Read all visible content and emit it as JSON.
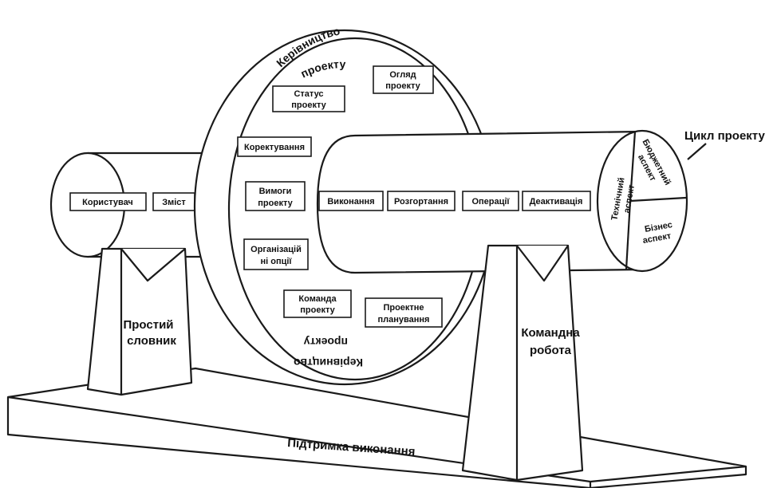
{
  "base": {
    "label": "Підтримка виконання"
  },
  "left_stand": {
    "label_line1": "Простий",
    "label_line2": "словник"
  },
  "right_stand": {
    "label_line1": "Командна",
    "label_line2": "робота"
  },
  "left_cylinder": {
    "boxes": [
      "Користувач",
      "Зміст"
    ]
  },
  "disc": {
    "top_arc_label_line1": "Керівництво",
    "top_arc_label_line2": "проекту",
    "bottom_arc_label_line1": "Керівництво",
    "bottom_arc_label_line2": "проекту",
    "status_box": {
      "line1": "Статус",
      "line2": "проекту"
    },
    "review_box": {
      "line1": "Огляд",
      "line2": "проекту"
    },
    "adjust_box": {
      "line1": "Коректування"
    },
    "req_box": {
      "line1": "Вимоги",
      "line2": "проекту"
    },
    "org_box": {
      "line1": "Організацій",
      "line2": "ні опції"
    },
    "team_box": {
      "line1": "Команда",
      "line2": "проекту"
    },
    "plan_box": {
      "line1": "Проектне",
      "line2": "планування"
    }
  },
  "right_cylinder": {
    "boxes": [
      "Виконання",
      "Розгортання",
      "Операції",
      "Деактивація"
    ],
    "cycle_label": "Цикл проекту",
    "end_segments": {
      "technical": {
        "line1": "Технічний",
        "line2": "аспект"
      },
      "budget": {
        "line1": "Бюджетний",
        "line2": "аспект"
      },
      "business": {
        "line1": "Бізнес",
        "line2": "аспект"
      }
    }
  }
}
